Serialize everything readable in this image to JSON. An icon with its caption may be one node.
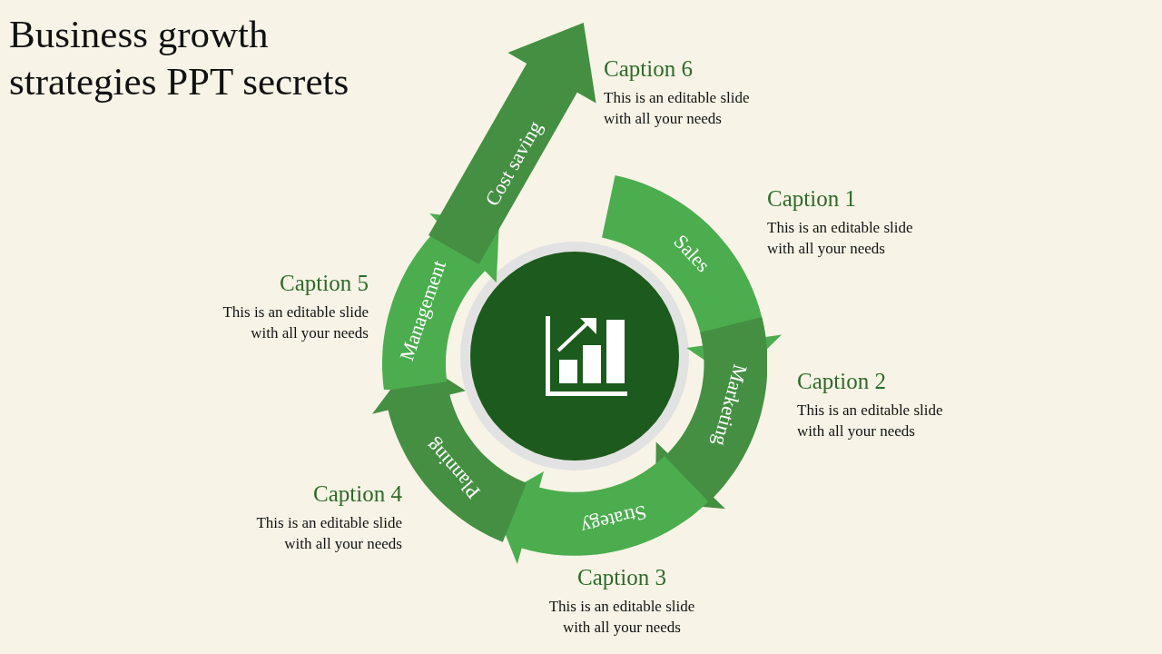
{
  "diagram": {
    "title": "Business growth strategies PPT secrets",
    "nodes": [
      {
        "text": [],
        "shape": "circle"
      },
      {
        "text": [
          "Sales"
        ],
        "beside": [
          "Caption 1",
          "This is an editable slide with all your needs"
        ]
      },
      {
        "text": [
          "Marketing"
        ],
        "beside": [
          "Caption 2",
          "This is an editable slide with all your needs"
        ]
      },
      {
        "text": [
          "Strategy"
        ],
        "beside": [
          "Caption 3",
          "This is an editable slide with all your needs"
        ]
      },
      {
        "text": [
          "Planning"
        ],
        "beside": [
          "Caption 4",
          "This is an editable slide with all your needs"
        ]
      },
      {
        "text": [
          "Management"
        ],
        "beside": [
          "Caption 5",
          "This is an editable slide with all your needs"
        ]
      },
      {
        "text": [
          "Cost saving"
        ],
        "beside": [
          "Caption 6",
          "This is an editable slide with all your needs"
        ]
      }
    ]
  }
}
